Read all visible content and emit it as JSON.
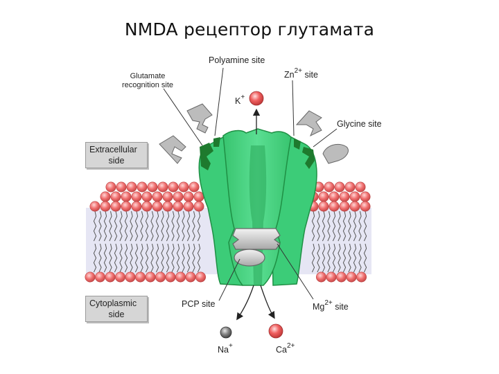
{
  "title": "NMDA рецептор глутамата",
  "labels": {
    "polyamine_site": "Polyamine site",
    "zn_site_base": "Zn",
    "zn_site_sup": "2+",
    "zn_site_rest": " site",
    "glutamate_line1": "Glutamate",
    "glutamate_line2": "recognition site",
    "glycine_site": "Glycine site",
    "k_base": "K",
    "k_sup": "+",
    "pcp_site": "PCP site",
    "mg_site_base": "Mg",
    "mg_site_sup": "2+",
    "mg_site_rest": " site",
    "na_base": "Na",
    "na_sup": "+",
    "ca_base": "Ca",
    "ca_sup": "2+"
  },
  "boxes": {
    "extracellular_line1": "Extracellular",
    "extracellular_line2": "side",
    "cytoplasmic_line1": "Cytoplasmic",
    "cytoplasmic_line2": "side"
  },
  "colors": {
    "receptor": "#3bcf7a",
    "receptor_dark": "#1f9a4a",
    "site_dark": "#1e7a2e",
    "lipid_head": "#f07070",
    "ligand": "#b8b8b8",
    "membrane_band": "#e6e6f4"
  }
}
